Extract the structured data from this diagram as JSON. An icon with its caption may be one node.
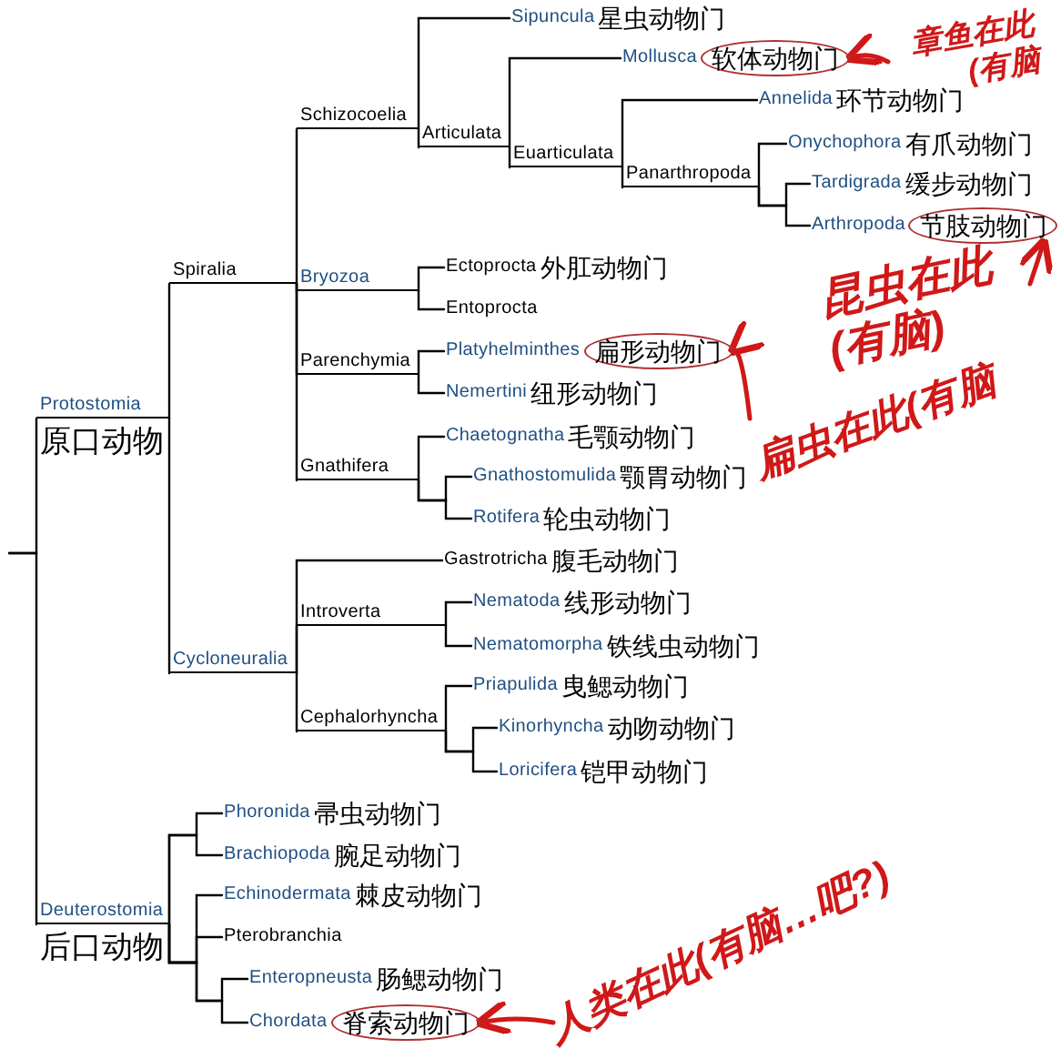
{
  "diagram": {
    "nodes": [
      {
        "text": [
          "Sipuncula",
          "星虫动物门"
        ]
      },
      {
        "text": [
          "Mollusca",
          "软体动物门"
        ]
      },
      {
        "text": [
          "Schizocoelia"
        ]
      },
      {
        "text": [
          "Articulata"
        ]
      },
      {
        "text": [
          "Annelida",
          "环节动物门"
        ]
      },
      {
        "text": [
          "Euarticulata"
        ]
      },
      {
        "text": [
          "Onychophora",
          "有爪动物门"
        ]
      },
      {
        "text": [
          "Panarthropoda"
        ]
      },
      {
        "text": [
          "Tardigrada",
          "缓步动物门"
        ]
      },
      {
        "text": [
          "Arthropoda",
          "节肢动物门"
        ]
      },
      {
        "text": [
          "Ectoprocta",
          "外肛动物门"
        ]
      },
      {
        "text": [
          "Spiralia"
        ]
      },
      {
        "text": [
          "Bryozoa"
        ]
      },
      {
        "text": [
          "Entoprocta"
        ]
      },
      {
        "text": [
          "Platyhelminthes",
          "扁形动物门"
        ]
      },
      {
        "text": [
          "Parenchymia"
        ]
      },
      {
        "text": [
          "Nemertini",
          "纽形动物门"
        ]
      },
      {
        "text": [
          "Protostomia",
          "原口动物"
        ]
      },
      {
        "text": [
          "Chaetognatha",
          "毛颚动物门"
        ]
      },
      {
        "text": [
          "Gnathostomulida",
          "颚胃动物门"
        ]
      },
      {
        "text": [
          "Gnathifera"
        ]
      },
      {
        "text": [
          "Rotifera",
          "轮虫动物门"
        ]
      },
      {
        "text": [
          "Gastrotricha",
          "腹毛动物门"
        ]
      },
      {
        "text": [
          "Nematoda",
          "线形动物门"
        ]
      },
      {
        "text": [
          "Introverta"
        ]
      },
      {
        "text": [
          "Nematomorpha",
          "铁线虫动物门"
        ]
      },
      {
        "text": [
          "Cycloneuralia"
        ]
      },
      {
        "text": [
          "Priapulida",
          "曳鳃动物门"
        ]
      },
      {
        "text": [
          "Cephalorhyncha"
        ]
      },
      {
        "text": [
          "Kinorhyncha",
          "动吻动物门"
        ]
      },
      {
        "text": [
          "Loricifera",
          "铠甲动物门"
        ]
      },
      {
        "text": [
          "Phoronida",
          "帚虫动物门"
        ]
      },
      {
        "text": [
          "Brachiopoda",
          "腕足动物门"
        ]
      },
      {
        "text": [
          "Echinodermata",
          "棘皮动物门"
        ]
      },
      {
        "text": [
          "Deuterostomia",
          "后口动物"
        ]
      },
      {
        "text": [
          "Pterobranchia"
        ]
      },
      {
        "text": [
          "Enteropneusta",
          "肠鳃动物门"
        ]
      },
      {
        "text": [
          "Chordata",
          "脊索动物门"
        ]
      },
      {
        "text": [
          "章鱼在此(有脑"
        ]
      },
      {
        "text": [
          "昆虫在此(有脑)"
        ]
      },
      {
        "text": [
          "扁虫在此(有脑"
        ]
      },
      {
        "text": [
          "人类在此(有脑…吧?)"
        ]
      }
    ],
    "edges": [
      {
        "from": null,
        "to": 17,
        "arrow": "none"
      },
      {
        "from": null,
        "to": 34,
        "arrow": "none"
      },
      {
        "from": 17,
        "to": 11,
        "arrow": "none"
      },
      {
        "from": 17,
        "to": 26,
        "arrow": "none"
      },
      {
        "from": 11,
        "to": 2,
        "arrow": "none"
      },
      {
        "from": 11,
        "to": 12,
        "arrow": "none"
      },
      {
        "from": 11,
        "to": 15,
        "arrow": "none"
      },
      {
        "from": 11,
        "to": 20,
        "arrow": "none"
      },
      {
        "from": 2,
        "to": 0,
        "arrow": "none"
      },
      {
        "from": 2,
        "to": 3,
        "arrow": "none"
      },
      {
        "from": 3,
        "to": 1,
        "arrow": "none"
      },
      {
        "from": 3,
        "to": 5,
        "arrow": "none"
      },
      {
        "from": 5,
        "to": 4,
        "arrow": "none"
      },
      {
        "from": 5,
        "to": 7,
        "arrow": "none"
      },
      {
        "from": 7,
        "to": 6,
        "arrow": "none"
      },
      {
        "from": 7,
        "to": 8,
        "arrow": "none"
      },
      {
        "from": 7,
        "to": 9,
        "arrow": "none"
      },
      {
        "from": 12,
        "to": 10,
        "arrow": "none"
      },
      {
        "from": 12,
        "to": 13,
        "arrow": "none"
      },
      {
        "from": 15,
        "to": 14,
        "arrow": "none"
      },
      {
        "from": 15,
        "to": 16,
        "arrow": "none"
      },
      {
        "from": 20,
        "to": 18,
        "arrow": "none"
      },
      {
        "from": 20,
        "to": 19,
        "arrow": "none"
      },
      {
        "from": 20,
        "to": 21,
        "arrow": "none"
      },
      {
        "from": 26,
        "to": 22,
        "arrow": "none"
      },
      {
        "from": 26,
        "to": 24,
        "arrow": "none"
      },
      {
        "from": 26,
        "to": 28,
        "arrow": "none"
      },
      {
        "from": 24,
        "to": 23,
        "arrow": "none"
      },
      {
        "from": 24,
        "to": 25,
        "arrow": "none"
      },
      {
        "from": 28,
        "to": 27,
        "arrow": "none"
      },
      {
        "from": 28,
        "to": 29,
        "arrow": "none"
      },
      {
        "from": 28,
        "to": 30,
        "arrow": "none"
      },
      {
        "from": 34,
        "to": 31,
        "arrow": "none"
      },
      {
        "from": 34,
        "to": 32,
        "arrow": "none"
      },
      {
        "from": 34,
        "to": 33,
        "arrow": "none"
      },
      {
        "from": 34,
        "to": 35,
        "arrow": "none"
      },
      {
        "from": 34,
        "to": 36,
        "arrow": "none"
      },
      {
        "from": 34,
        "to": 37,
        "arrow": "none"
      },
      {
        "from": 38,
        "to": 1,
        "arrow": "to",
        "color": "#d01818"
      },
      {
        "from": 39,
        "to": 9,
        "arrow": "to",
        "color": "#d01818"
      },
      {
        "from": 40,
        "to": 14,
        "arrow": "to",
        "color": "#d01818"
      },
      {
        "from": 41,
        "to": 37,
        "arrow": "to",
        "color": "#d01818"
      }
    ]
  }
}
